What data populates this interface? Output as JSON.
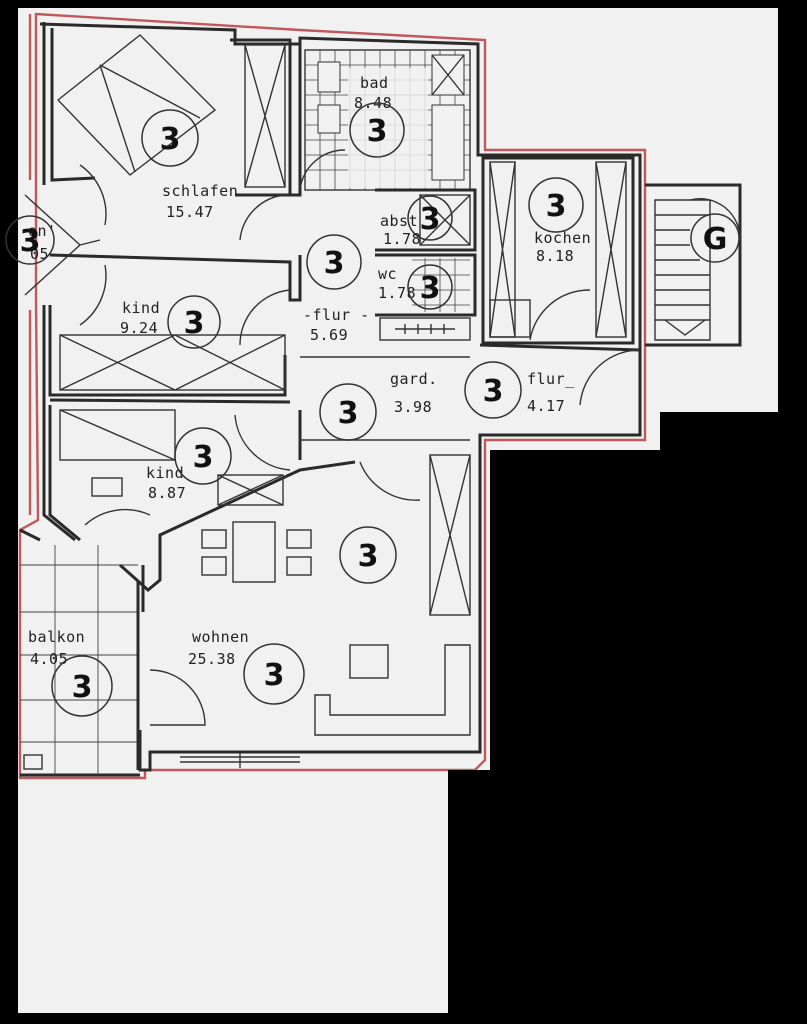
{
  "rooms": [
    {
      "id": "schlafen",
      "label": "schlafen",
      "area": "15.47"
    },
    {
      "id": "bad",
      "label": "bad",
      "area": "8.48"
    },
    {
      "id": "abst",
      "label": "abst",
      "area": "1.78"
    },
    {
      "id": "wc",
      "label": "wc",
      "area": "1.78"
    },
    {
      "id": "kochen",
      "label": "kochen",
      "area": "8.18"
    },
    {
      "id": "flur1",
      "label": "-flur -",
      "area": "5.69"
    },
    {
      "id": "kind1",
      "label": "kind",
      "area": "9.24"
    },
    {
      "id": "gard",
      "label": "gard.",
      "area": "3.98"
    },
    {
      "id": "flur2",
      "label": "flur_",
      "area": "4.17"
    },
    {
      "id": "kind2",
      "label": "kind",
      "area": "8.87"
    },
    {
      "id": "balkon",
      "label": "balkon",
      "area": "4.05"
    },
    {
      "id": "wohnen",
      "label": "wohnen",
      "area": "25.38"
    },
    {
      "id": "balkon_left",
      "label": "on'",
      "area": "05"
    }
  ],
  "markers": {
    "three": "3",
    "stair": "G"
  },
  "colors": {
    "paper": "#f2f2f2",
    "outline": "#c0585b",
    "ink": "#2a2a2a",
    "redaction": "#000000"
  }
}
